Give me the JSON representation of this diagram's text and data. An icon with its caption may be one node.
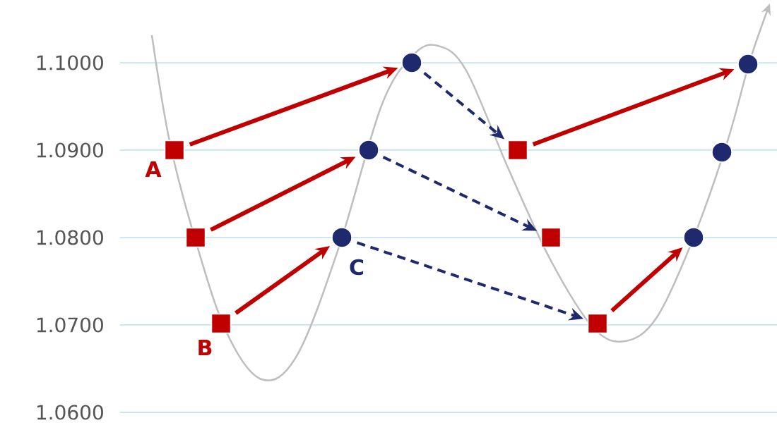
{
  "diagram": {
    "nodes": [
      {
        "text": [],
        "shape": "box",
        "beside": [
          "A"
        ]
      },
      {
        "text": [],
        "shape": "box"
      },
      {
        "text": [],
        "shape": "box",
        "beside": [
          "B"
        ]
      },
      {
        "text": [],
        "shape": "circle",
        "beside": [
          "C"
        ]
      },
      {
        "text": [],
        "shape": "circle"
      },
      {
        "text": [],
        "shape": "circle"
      },
      {
        "text": [],
        "shape": "box"
      },
      {
        "text": [],
        "shape": "box"
      },
      {
        "text": [],
        "shape": "box"
      },
      {
        "text": [],
        "shape": "circle"
      },
      {
        "text": [],
        "shape": "circle"
      },
      {
        "text": [],
        "shape": "circle"
      }
    ],
    "edges": [
      {
        "from": 0,
        "to": 5,
        "arrow": "to"
      },
      {
        "from": 1,
        "to": 4,
        "arrow": "to"
      },
      {
        "from": 2,
        "to": 3,
        "arrow": "to"
      },
      {
        "from": 6,
        "to": 11,
        "arrow": "to"
      },
      {
        "from": 8,
        "to": 9,
        "arrow": "to"
      },
      {
        "from": 5,
        "to": 6,
        "arrow": "to",
        "style": "dashed",
        "color": "#1f2a6e"
      },
      {
        "from": 4,
        "to": 7,
        "arrow": "to",
        "style": "dashed",
        "color": "#1f2a6e"
      },
      {
        "from": 3,
        "to": 8,
        "arrow": "to",
        "style": "dashed",
        "color": "#1f2a6e"
      }
    ],
    "labels": [
      "1.1000",
      "1.0900",
      "1.0800",
      "1.0700",
      "1.0600"
    ]
  }
}
